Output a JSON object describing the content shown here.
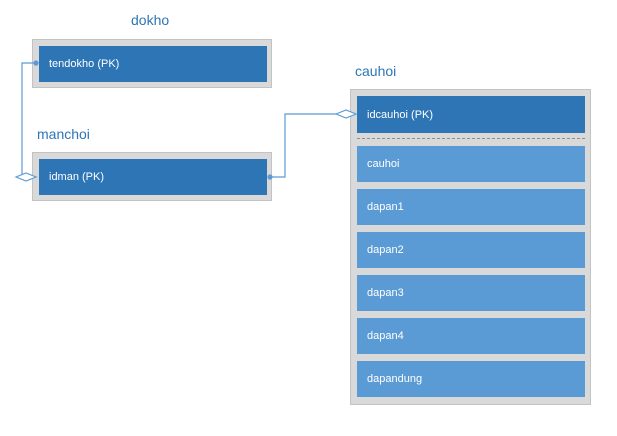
{
  "diagram": {
    "entities": [
      {
        "id": "dokho",
        "title": "dokho",
        "pk": "tendokho (PK)",
        "fields": []
      },
      {
        "id": "manchoi",
        "title": "manchoi",
        "pk": "idman (PK)",
        "fields": []
      },
      {
        "id": "cauhoi",
        "title": "cauhoi",
        "pk": "idcauhoi (PK)",
        "fields": [
          "cauhoi",
          "dapan1",
          "dapan2",
          "dapan3",
          "dapan4",
          "dapandung"
        ]
      }
    ],
    "relationships": [
      {
        "from": "dokho.tendokho",
        "to": "manchoi.idman",
        "from_end": "one",
        "to_end": "many"
      },
      {
        "from": "manchoi.idman",
        "to": "cauhoi.idcauhoi",
        "from_end": "one",
        "to_end": "many"
      }
    ],
    "colors": {
      "title": "#2e75b6",
      "pk_fill": "#2e75b6",
      "field_fill": "#5b9bd5",
      "entity_bg": "#d9d9d9",
      "connector": "#5b9bd5"
    }
  }
}
